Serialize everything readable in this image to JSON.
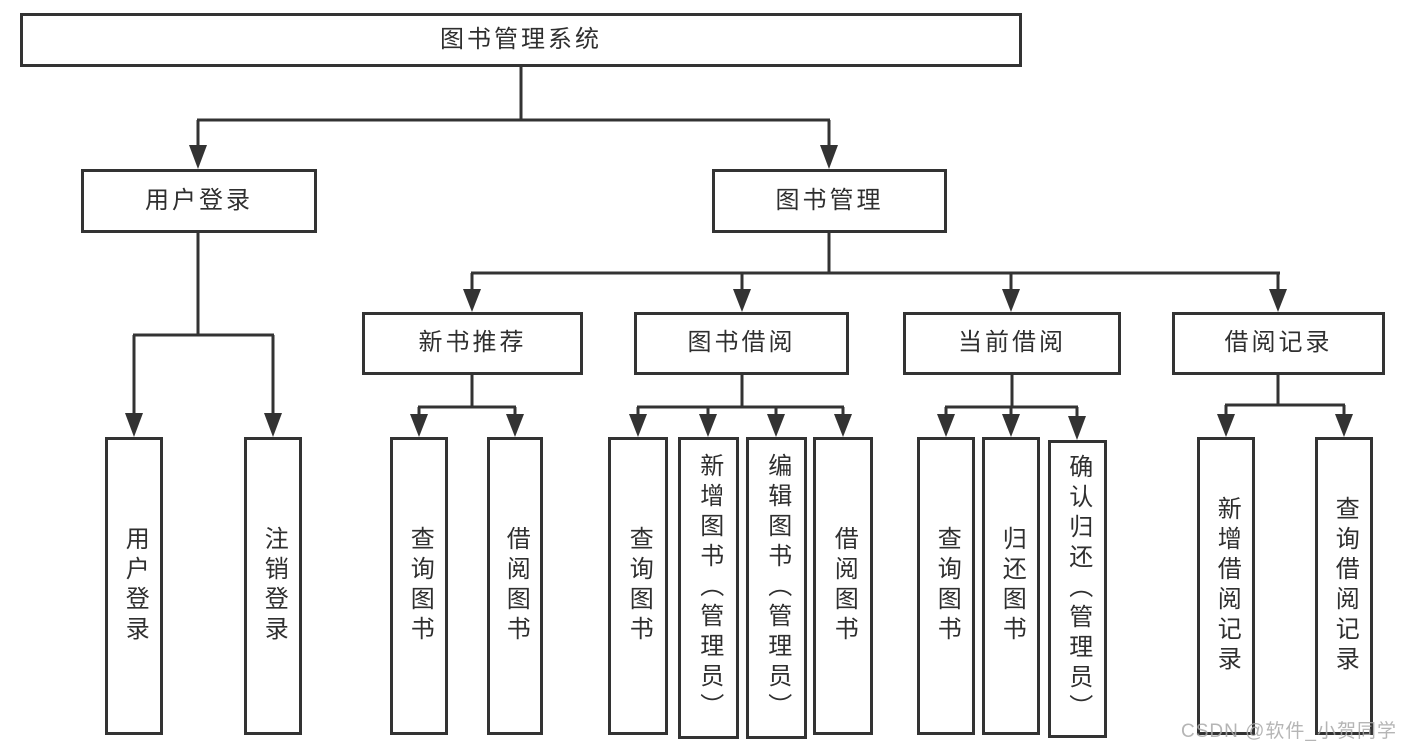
{
  "tree": {
    "root": {
      "label": "图书管理系统"
    },
    "user_login": {
      "label": "用户登录",
      "children": [
        {
          "label": "用户登录"
        },
        {
          "label": "注销登录"
        }
      ]
    },
    "book_management": {
      "label": "图书管理",
      "groups": [
        {
          "label": "新书推荐",
          "children": [
            {
              "label": "查询图书"
            },
            {
              "label": "借阅图书"
            }
          ]
        },
        {
          "label": "图书借阅",
          "children": [
            {
              "label": "查询图书"
            },
            {
              "label": "新增图书（管理员）"
            },
            {
              "label": "编辑图书（管理员）"
            },
            {
              "label": "借阅图书"
            }
          ]
        },
        {
          "label": "当前借阅",
          "children": [
            {
              "label": "查询图书"
            },
            {
              "label": "归还图书"
            },
            {
              "label": "确认归还（管理员）"
            }
          ]
        },
        {
          "label": "借阅记录",
          "children": [
            {
              "label": "新增借阅记录"
            },
            {
              "label": "查询借阅记录"
            }
          ]
        }
      ]
    }
  },
  "watermark": {
    "text": "CSDN @软件_小贺同学"
  },
  "colors": {
    "line": "#333333",
    "text": "#2f2f2f",
    "watermark": "#a9a9a9",
    "background": "#ffffff"
  }
}
